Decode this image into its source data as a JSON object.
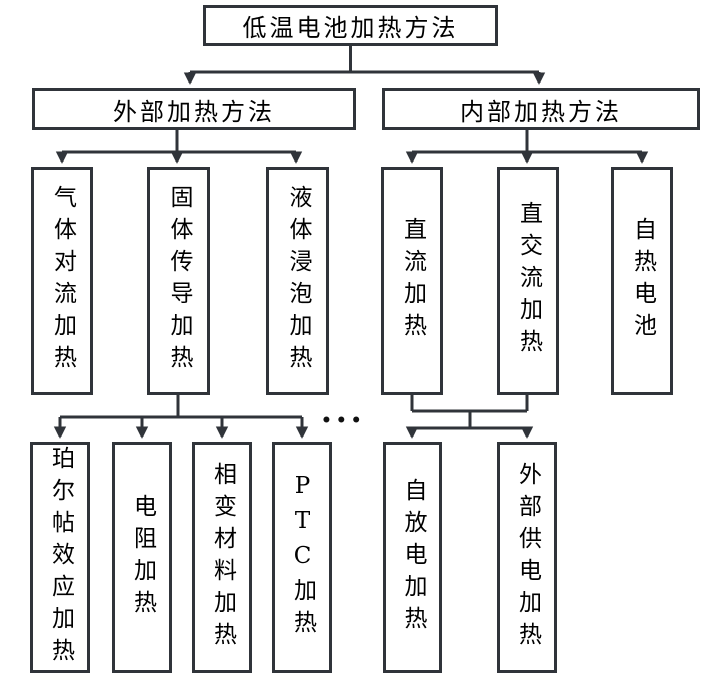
{
  "diagram": {
    "title": "低温电池加热方法",
    "line_color": "#30343a",
    "background_color": "#ffffff",
    "ellipsis": "•••",
    "nodes": {
      "root": "低温电池加热方法",
      "external": "外部加热方法",
      "internal": "内部加热方法",
      "gas_convection": "气体对流加热",
      "solid_conduction": "固体传导加热",
      "liquid_immersion": "液体浸泡加热",
      "dc_heating": "直流加热",
      "dc_ac_heating": "直交流加热",
      "self_heating_battery": "自热电池",
      "peltier_effect": "珀尔帖效应加热",
      "resistance_heating": "电阻加热",
      "phase_change_material": "相变材料加热",
      "ptc_heating": "PTC加热",
      "self_discharge": "自放电加热",
      "external_power_supply": "外部供电加热"
    }
  }
}
